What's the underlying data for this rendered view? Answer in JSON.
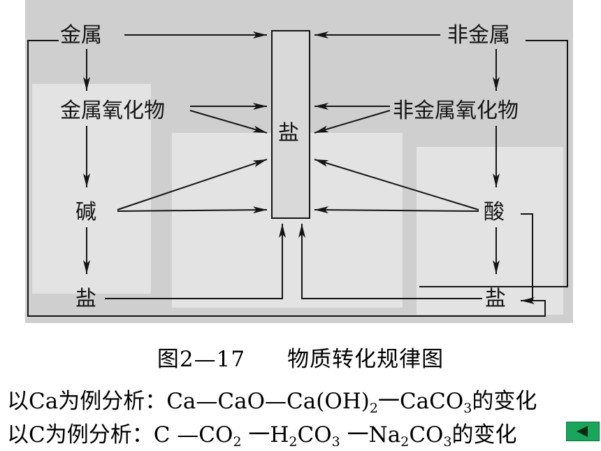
{
  "nodes": {
    "metal": "金属",
    "nonmetal": "非金属",
    "metal_oxide": "金属氧化物",
    "nonmetal_oxide": "非金属氧化物",
    "salt_center": "盐",
    "base": "碱",
    "acid": "酸",
    "salt_left": "盐",
    "salt_right": "盐"
  },
  "caption": {
    "figure_no": "图2—17",
    "title": "物质转化规律图"
  },
  "examples": {
    "line1": {
      "prefix": "以Ca为例分析：Ca—CaO—Ca(OH)",
      "sub1": "2",
      "mid": "一CaCO",
      "sub2": "3",
      "suffix": "的变化"
    },
    "line2": {
      "prefix": "以C为例分析：C —CO",
      "sub1": "2",
      "mid1": " 一H",
      "sub2": "2",
      "mid2": "CO",
      "sub3": "3",
      "mid3": "  一Na",
      "sub4": "2",
      "mid4": "CO",
      "sub5": "3",
      "suffix": "的变化"
    }
  },
  "colors": {
    "photo_bg": "#cfcfcf",
    "ink": "#141414",
    "nav_button": "#1aa65a"
  },
  "icons": {
    "back_button": "triangle-left-icon"
  }
}
